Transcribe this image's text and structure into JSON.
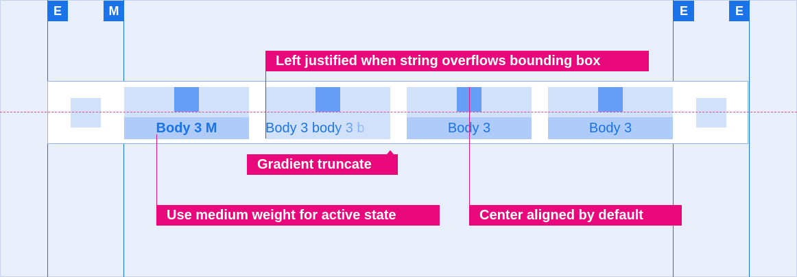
{
  "markers": {
    "left_edge": "E",
    "left_margin": "M",
    "right_edge_1": "E",
    "right_edge_2": "E"
  },
  "tabs": [
    {
      "label": "Body 3 M",
      "state": "active",
      "alignment": "center"
    },
    {
      "label": "Body 3 body 3 b",
      "state": "overflow",
      "alignment": "left"
    },
    {
      "label": "Body 3",
      "state": "default",
      "alignment": "center"
    },
    {
      "label": "Body 3",
      "state": "default",
      "alignment": "center"
    }
  ],
  "callouts": {
    "left_justified": "Left justified when string overflows bounding box",
    "gradient_truncate": "Gradient truncate",
    "medium_weight": "Use medium weight for active state",
    "center_aligned": "Center aligned by default"
  },
  "colors": {
    "background": "#e8effb",
    "guide_blue": "#1a73e8",
    "callout_pink": "#e8087c",
    "icon_blue": "#669df6",
    "label_fill": "#aecbfa",
    "tab_fill": "#d2e1fa"
  }
}
